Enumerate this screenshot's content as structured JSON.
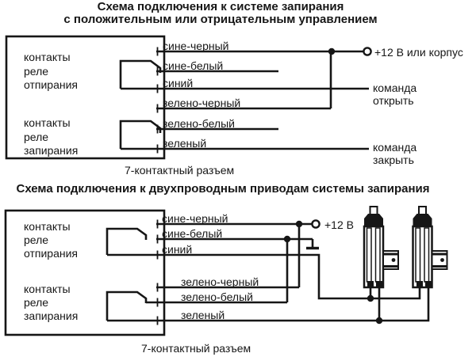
{
  "diagram_top": {
    "title_line1": "Схема подключения к системе запирания",
    "title_line2": "с положительным или отрицательным управлением",
    "box": {
      "unlock_relay_lines": [
        "контакты",
        "реле",
        "отпирания"
      ],
      "lock_relay_lines": [
        "контакты",
        "реле",
        "запирания"
      ]
    },
    "wire_labels": [
      "сине-черный",
      "сине-белый",
      "синий",
      "зелено-черный",
      "зелено-белый",
      "зеленый"
    ],
    "power_terminal_label": "+12 В или корпус",
    "command_open_lines": [
      "команда",
      "открыть"
    ],
    "command_close_lines": [
      "команда",
      "закрыть"
    ],
    "connector_caption": "7-контактный разъем"
  },
  "diagram_bottom": {
    "title": "Схема подключения к двухпроводным приводам системы запирания",
    "box": {
      "unlock_relay_lines": [
        "контакты",
        "реле",
        "отпирания"
      ],
      "lock_relay_lines": [
        "контакты",
        "реле",
        "запирания"
      ]
    },
    "wire_labels": [
      "сине-черный",
      "сине-белый",
      "синий",
      "зелено-черный",
      "зелено-белый",
      "зеленый"
    ],
    "power_terminal_label": "+12 В",
    "connector_caption": "7-контактный разъем"
  },
  "colors": {
    "ink": "#161616",
    "background": "#ffffff"
  }
}
